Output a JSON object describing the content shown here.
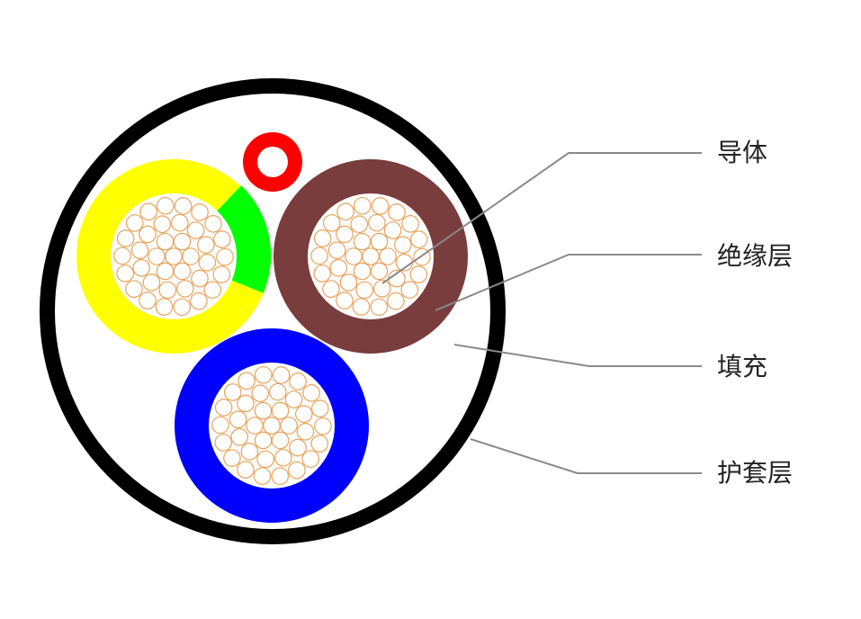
{
  "labels": {
    "conductor": "导体",
    "insulation": "绝缘层",
    "filler": "填充",
    "sheath": "护套层"
  },
  "colors": {
    "sheath": "#000000",
    "filler": "#ffffff",
    "earth_yellow": "#ffff00",
    "earth_green": "#00ff00",
    "brown": "#7a3d3d",
    "blue": "#0000ff",
    "small_ring": "#ff0000",
    "strand_stroke": "#e8a35c",
    "leader_line": "#8a8a8a"
  }
}
